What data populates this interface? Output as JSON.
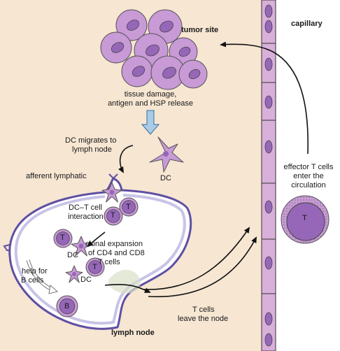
{
  "labels": {
    "tumor_site": "tumor site",
    "capillary": "capillary",
    "tissue_damage_1": "tissue damage,",
    "tissue_damage_2": "antigen and HSP release",
    "dc_migrates_1": "DC migrates to",
    "dc_migrates_2": "lymph node",
    "dc": "DC",
    "afferent": "afferent lymphatic",
    "dct_1": "DC–T cell",
    "dct_2": "interaction",
    "clonal_1": "clonal expansion",
    "clonal_2": "of CD4 and CD8",
    "clonal_3": "T cells",
    "help_1": "help for",
    "help_2": "B cells",
    "effector_1": "effector T cells",
    "effector_2": "enter  the",
    "effector_3": "circulation",
    "tcells_leave_1": "T cells",
    "tcells_leave_2": "leave the node",
    "lymph_node": "lymph node"
  },
  "cell_letters": {
    "t": "T",
    "b": "B",
    "dc": "DC"
  },
  "colors": {
    "tissue": "#f6e6d2",
    "capillary_wall": "#d9b0d9",
    "cell_fill": "#c89ad6",
    "cell_dark": "#9667b8",
    "node_wall": "#5f4fa3",
    "arrow_blue": "#a8cce8"
  }
}
